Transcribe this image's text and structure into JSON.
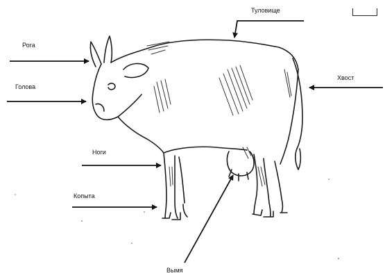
{
  "labels": {
    "horns": "Рога",
    "head": "Голова",
    "legs": "Ноги",
    "hooves": "Копыта",
    "udder": "Вымя",
    "tail": "Хвост",
    "back": "Туловище"
  },
  "colors": {
    "ink": "#111111",
    "background": "#ffffff"
  }
}
